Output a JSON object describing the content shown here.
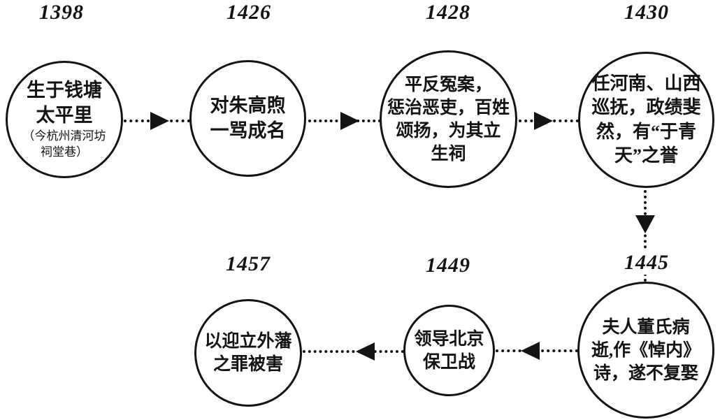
{
  "figure": {
    "ink_color": "#141414",
    "background_color": "#ffffff"
  },
  "timeline": {
    "nodes": [
      {
        "year": "1398",
        "lines": [
          "生于钱塘",
          "太平里"
        ],
        "note_lines": [
          "（今杭州清河坊",
          "祠堂巷）"
        ]
      },
      {
        "year": "1426",
        "lines": [
          "对朱高煦",
          "一骂成名"
        ]
      },
      {
        "year": "1428",
        "lines": [
          "平反冤案，",
          "惩治恶吏，百姓",
          "颂扬，为其立",
          "生祠"
        ]
      },
      {
        "year": "1430",
        "lines": [
          "任河南、山西",
          "巡抚，政绩斐",
          "然，有“于青",
          "天”之誉"
        ]
      },
      {
        "year": "1445",
        "lines": [
          "夫人董氏病",
          "逝,作《悼内》",
          "诗，遂不复娶"
        ]
      },
      {
        "year": "1449",
        "lines": [
          "领导北京",
          "保卫战"
        ]
      },
      {
        "year": "1457",
        "lines": [
          "以迎立外藩",
          "之罪被害"
        ]
      }
    ],
    "arrows": [
      {
        "from": "1398",
        "to": "1426",
        "direction": "right"
      },
      {
        "from": "1426",
        "to": "1428",
        "direction": "right"
      },
      {
        "from": "1428",
        "to": "1430",
        "direction": "right"
      },
      {
        "from": "1430",
        "to": "1445",
        "direction": "down"
      },
      {
        "from": "1445",
        "to": "1449",
        "direction": "left"
      },
      {
        "from": "1449",
        "to": "1457",
        "direction": "left"
      }
    ]
  }
}
